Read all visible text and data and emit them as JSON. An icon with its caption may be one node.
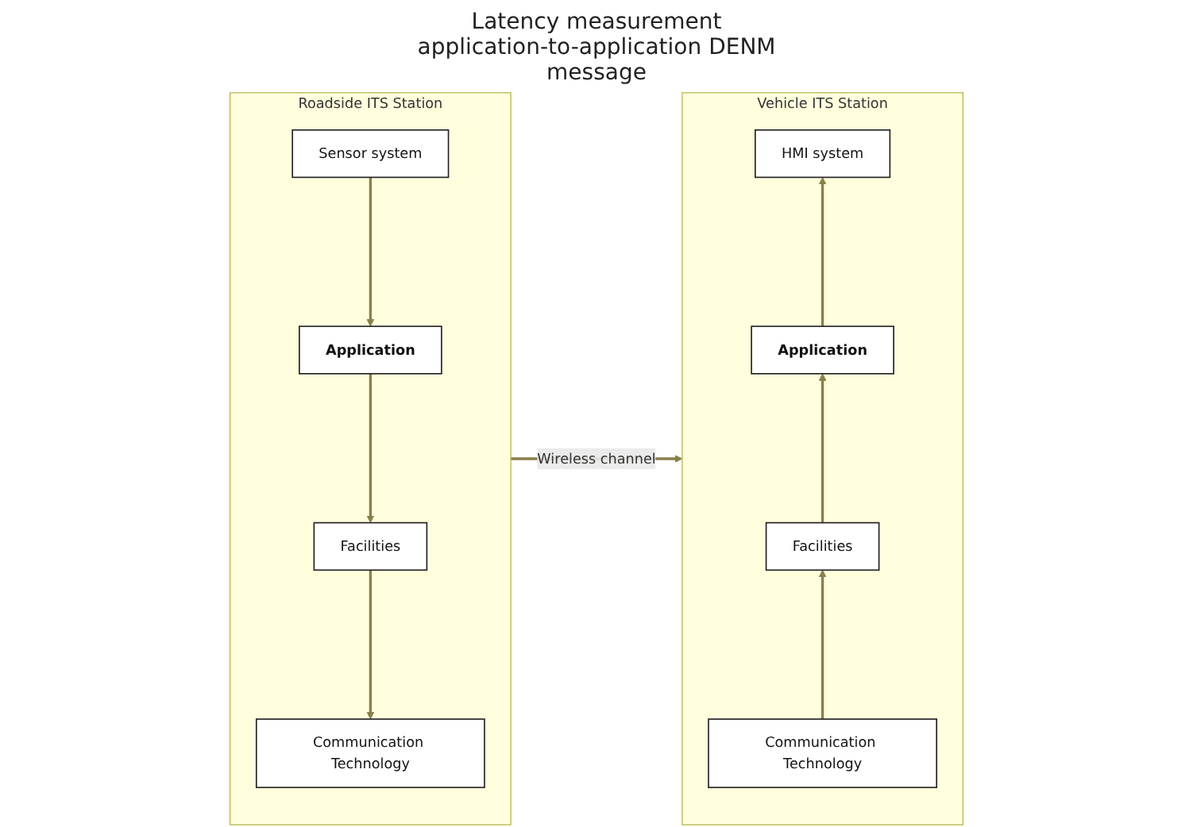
{
  "diagram": {
    "nodes": [
      {
        "text": [
          "Roadside ITS Station"
        ]
      },
      {
        "text": [
          "Sensor system"
        ],
        "in": 0
      },
      {
        "text": [
          "Application"
        ],
        "in": 0
      },
      {
        "text": [
          "Facilities"
        ],
        "in": 0
      },
      {
        "text": [
          "Communication Technology"
        ],
        "in": 0
      },
      {
        "text": [
          "Vehicle ITS Station"
        ]
      },
      {
        "text": [
          "HMI system"
        ],
        "in": 5
      },
      {
        "text": [
          "Application"
        ],
        "in": 5
      },
      {
        "text": [
          "Facilities"
        ],
        "in": 5
      },
      {
        "text": [
          "Communication Technology"
        ],
        "in": 5
      }
    ],
    "edges": [
      {
        "from": 1,
        "to": 2,
        "arrow": "to"
      },
      {
        "from": 2,
        "to": 3,
        "arrow": "to"
      },
      {
        "from": 3,
        "to": 4,
        "arrow": "to"
      },
      {
        "from": 9,
        "to": 8,
        "arrow": "to"
      },
      {
        "from": 8,
        "to": 7,
        "arrow": "to"
      },
      {
        "from": 7,
        "to": 6,
        "arrow": "to"
      },
      {
        "from": 0,
        "to": 5,
        "arrow": "to",
        "label": "Wireless channel"
      }
    ],
    "labels": [
      "Latency measurement application-to-application DENM message"
    ]
  }
}
